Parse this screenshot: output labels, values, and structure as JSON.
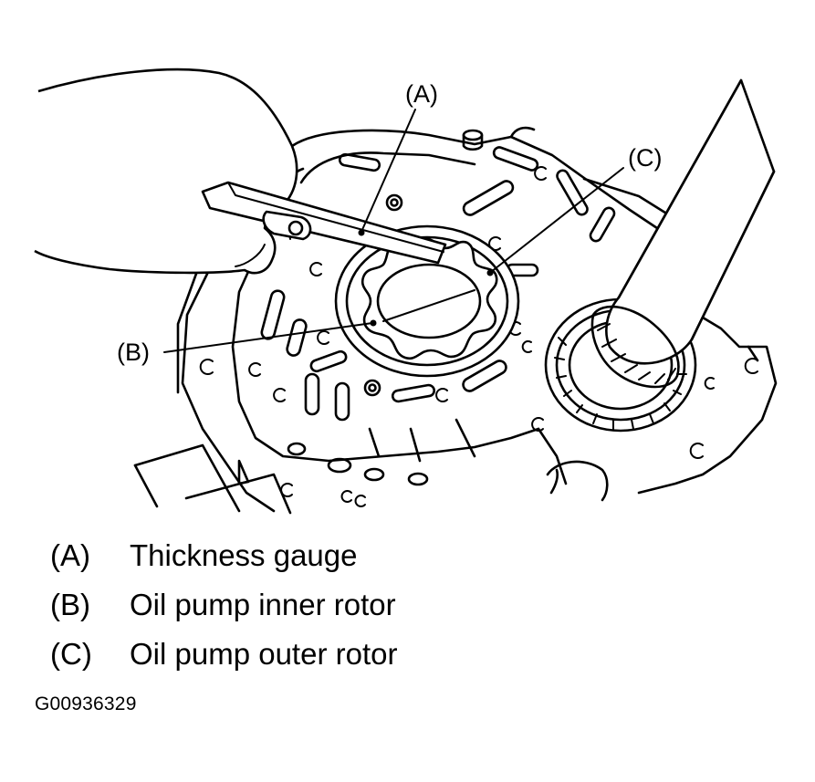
{
  "callouts": [
    {
      "key": "(A)",
      "description": "Thickness gauge"
    },
    {
      "key": "(B)",
      "description": "Oil pump inner rotor"
    },
    {
      "key": "(C)",
      "description": "Oil pump outer rotor"
    }
  ],
  "figure_id": "G00936329",
  "colors": {
    "ink": "#000000",
    "paper": "#ffffff"
  }
}
